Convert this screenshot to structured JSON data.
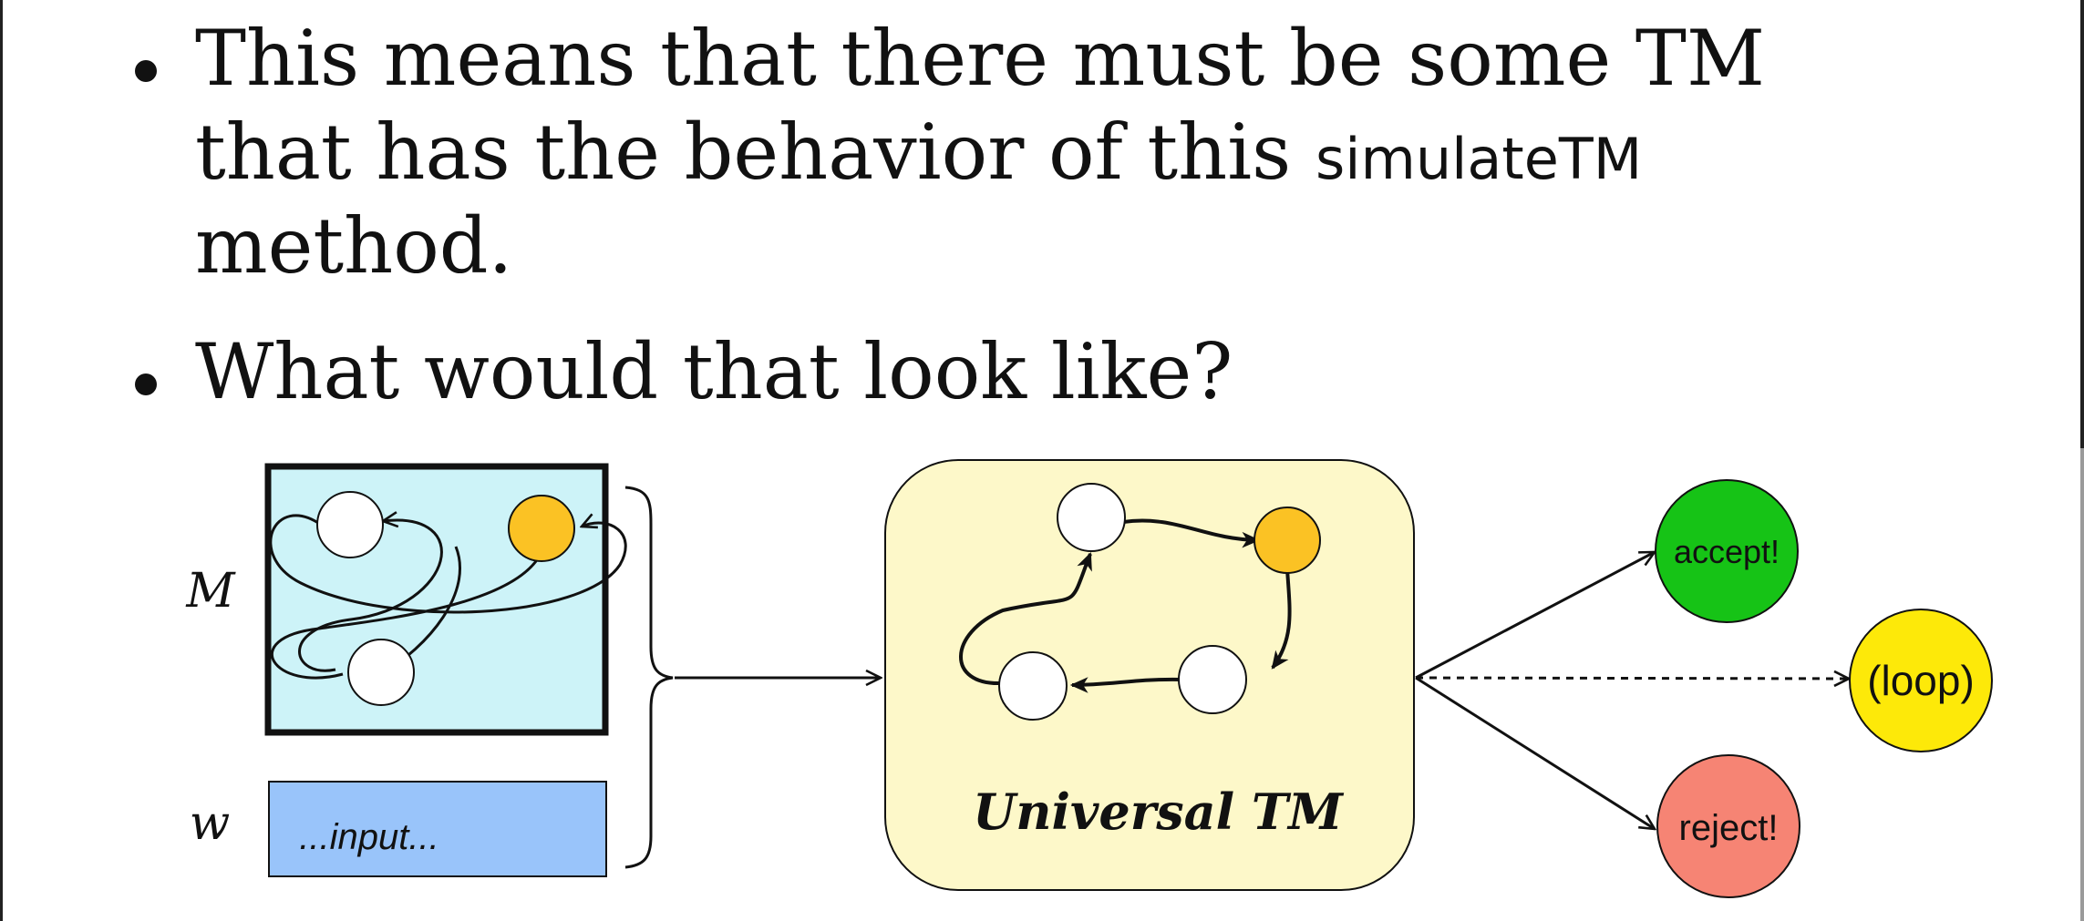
{
  "bullets": [
    {
      "line1": "This means that there must be some TM",
      "line2_prefix": "that has the behavior of this ",
      "line2_code": "simulateTM",
      "line3": "method."
    },
    {
      "line1": "What would that look like?"
    }
  ],
  "diagram": {
    "machine_label": "M",
    "input_label": "w",
    "input_box_text": "...input...",
    "universal_label": "Universal TM",
    "outputs": {
      "accept": "accept!",
      "loop": "(loop)",
      "reject": "reject!"
    },
    "colors": {
      "machine_fill": "#cdf3f8",
      "input_fill": "#99c4fa",
      "universal_fill": "#fdf8c9",
      "state_accent": "#fbc224",
      "accept": "#16c316",
      "loop": "#fde909",
      "reject": "#f68474"
    }
  }
}
